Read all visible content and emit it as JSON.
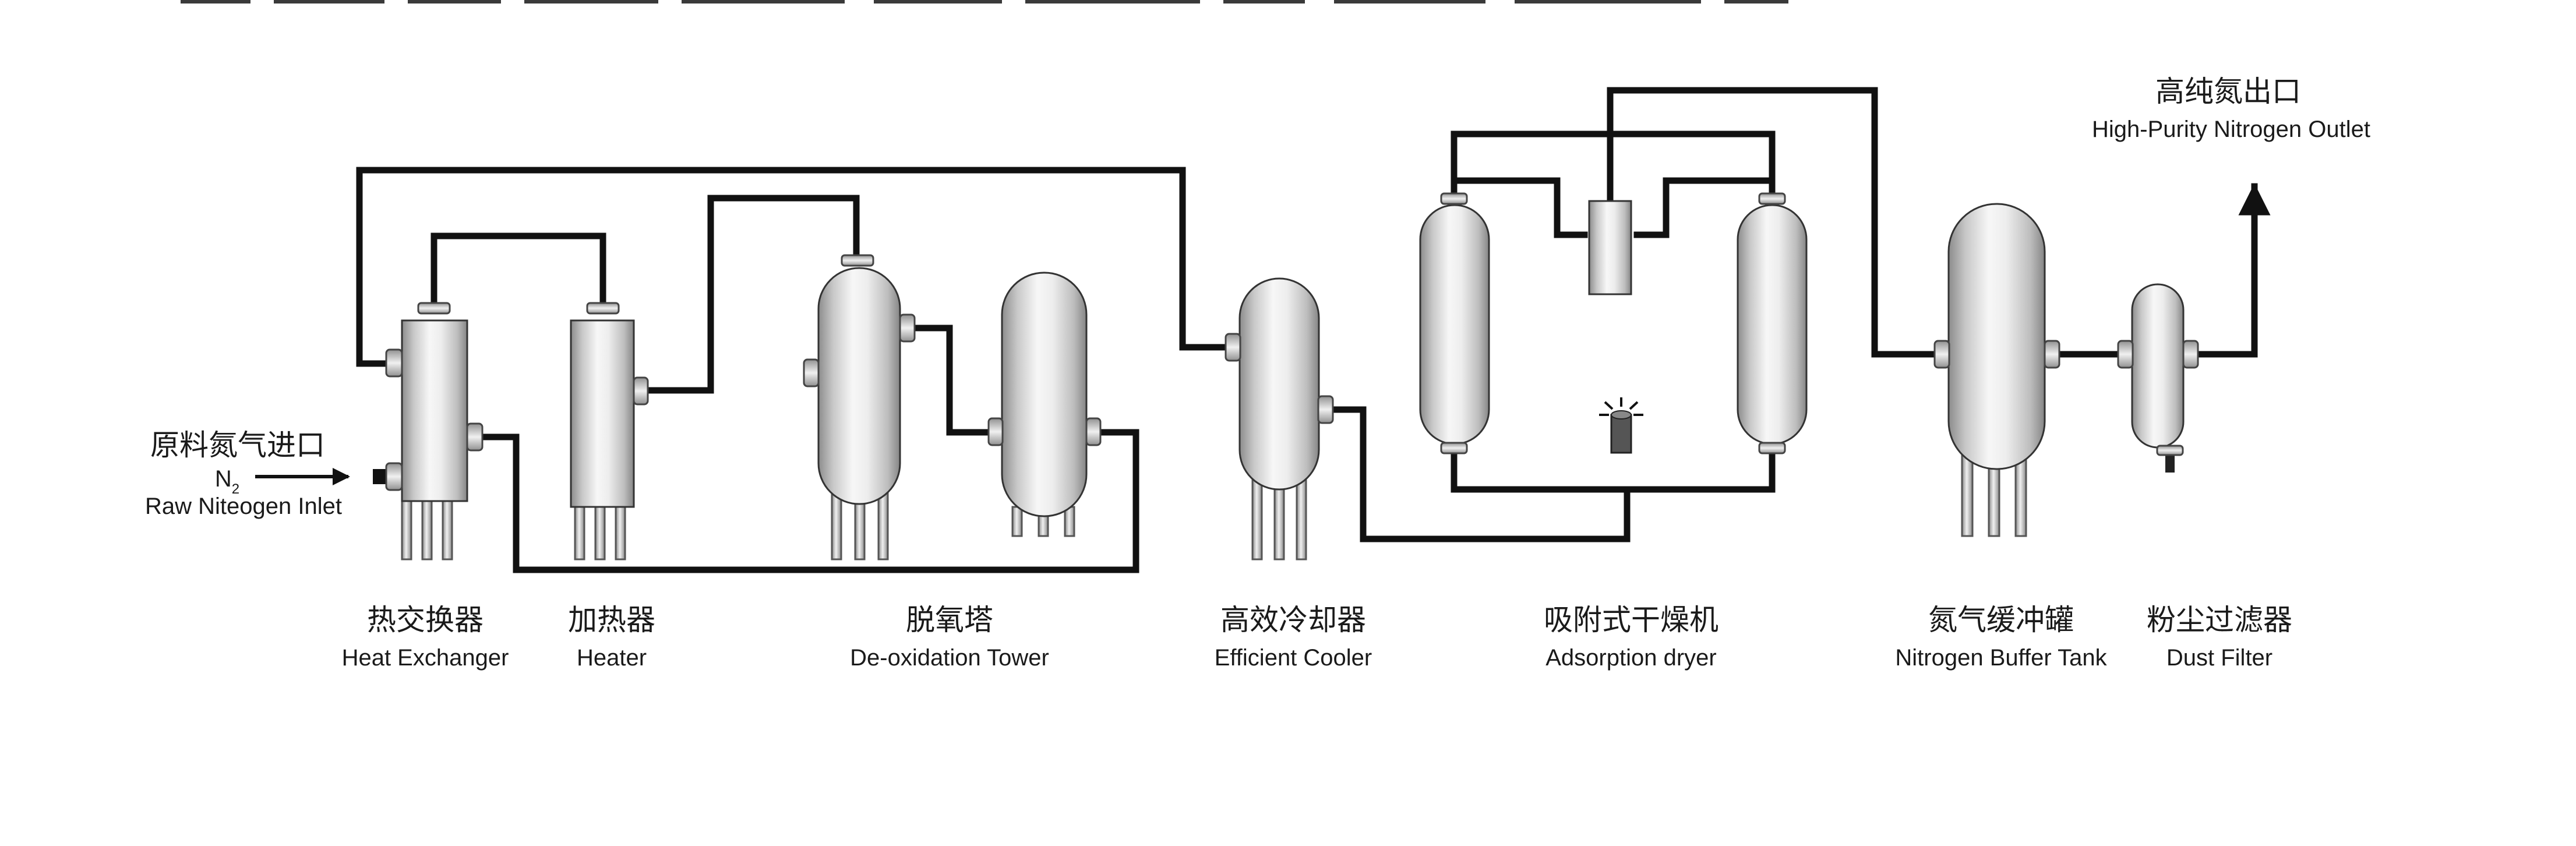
{
  "labels": {
    "raw_inlet_cn": "原料氮气进口",
    "raw_inlet_n2": "N",
    "raw_inlet_n2_sub": "2",
    "raw_inlet_en": "Raw Niteogen Inlet",
    "outlet_cn": "高纯氮出口",
    "outlet_en": "High-Purity Nitrogen Outlet",
    "heat_exchanger_cn": "热交换器",
    "heat_exchanger_en": "Heat Exchanger",
    "heater_cn": "加热器",
    "heater_en": "Heater",
    "deox_cn": "脱氧塔",
    "deox_en": "De-oxidation Tower",
    "cooler_cn": "高效冷却器",
    "cooler_en": "Efficient Cooler",
    "dryer_cn": "吸附式干燥机",
    "dryer_en": "Adsorption dryer",
    "buffer_cn": "氮气缓冲罐",
    "buffer_en": "Nitrogen Buffer Tank",
    "filter_cn": "粉尘过滤器",
    "filter_en": "Dust Filter"
  },
  "colors": {
    "pipe": "#111111",
    "vessel_dark": "#8c8c8c",
    "vessel_light": "#f4f4f4",
    "background": "#ffffff"
  }
}
